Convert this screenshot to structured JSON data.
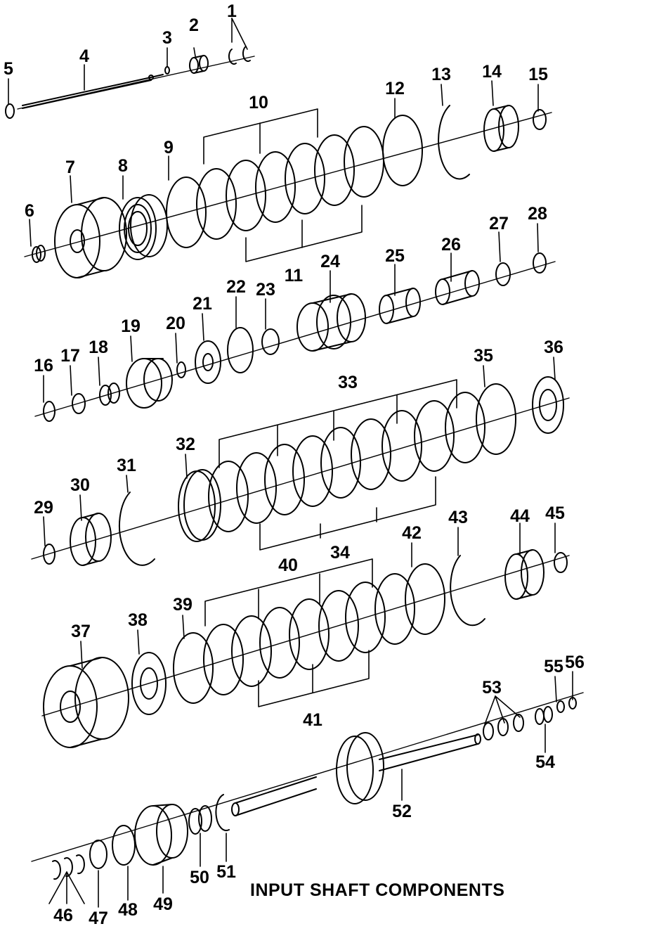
{
  "diagram": {
    "caption": "INPUT SHAFT COMPONENTS",
    "callouts": [
      "1",
      "2",
      "3",
      "4",
      "5",
      "6",
      "7",
      "8",
      "9",
      "10",
      "11",
      "12",
      "13",
      "14",
      "15",
      "16",
      "17",
      "18",
      "19",
      "20",
      "21",
      "22",
      "23",
      "24",
      "25",
      "26",
      "27",
      "28",
      "29",
      "30",
      "31",
      "32",
      "33",
      "34",
      "35",
      "36",
      "37",
      "38",
      "39",
      "40",
      "41",
      "42",
      "43",
      "44",
      "45",
      "46",
      "47",
      "48",
      "49",
      "50",
      "51",
      "52",
      "53",
      "54",
      "55",
      "56"
    ]
  }
}
